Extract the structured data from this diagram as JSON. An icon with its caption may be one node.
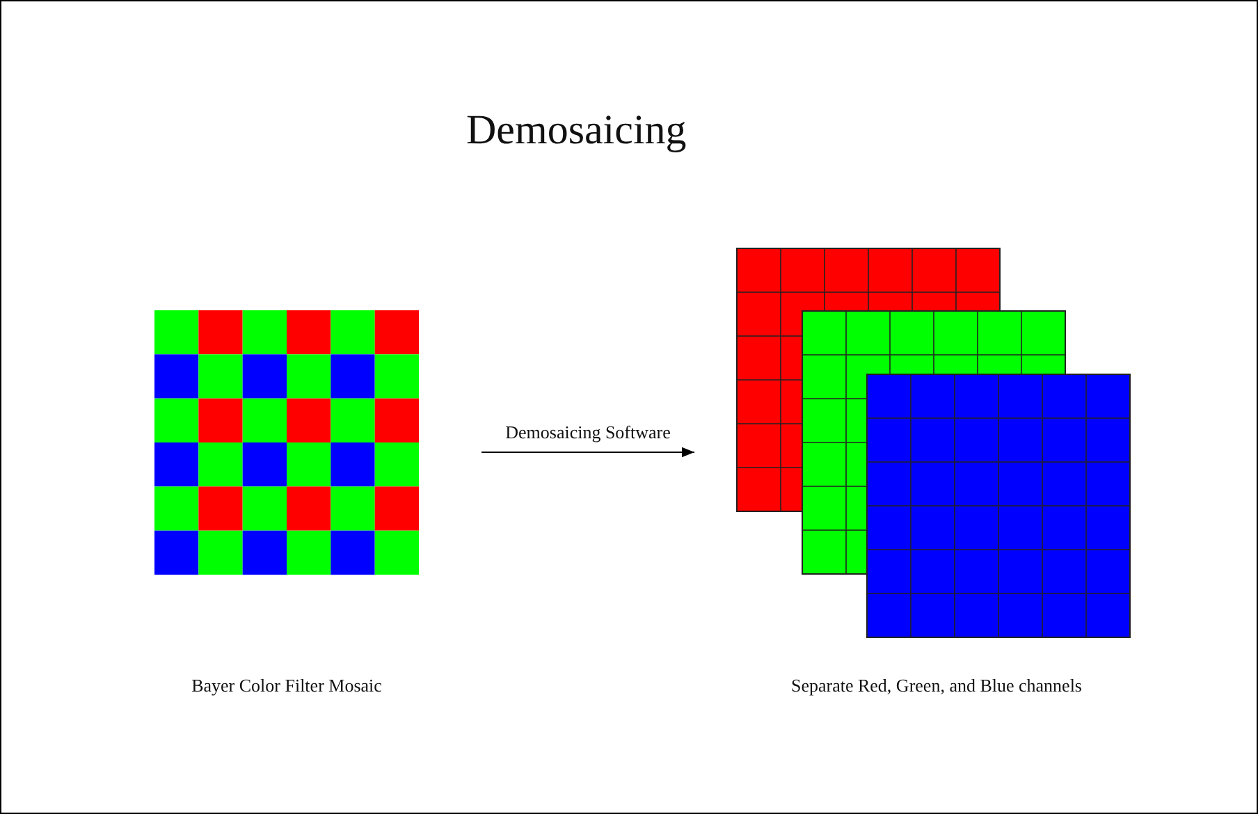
{
  "diagram": {
    "title": "Demosaicing",
    "nodes": [
      {
        "text": [],
        "shape": "picture"
      },
      {
        "text": [],
        "shape": "picture"
      }
    ],
    "edges": [
      {
        "from": 0,
        "to": 1,
        "arrow": "to",
        "label": "Demosaicing Software"
      }
    ],
    "labels": [
      "Bayer Color Filter Mosaic",
      "Separate Red, Green, and Blue channels"
    ]
  }
}
